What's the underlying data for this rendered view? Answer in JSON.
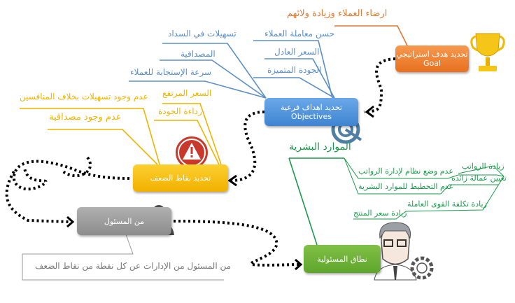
{
  "goal": {
    "title": "تحديد هدف استراتيجي",
    "subtitle": "Goal",
    "color": "#f07a2a",
    "items": [
      "ارضاء العملاء وزيادة ولائهم"
    ]
  },
  "objectives": {
    "title": "تحديد اهداف فرعية",
    "subtitle": "Objectives",
    "color": "#4a8fd8",
    "right_items": [
      "حسن معاملة العملاء",
      "السعر العادل",
      "الجودة المتميزة"
    ],
    "left_items": [
      "تسهيلات في السداد",
      "المصداقية",
      "سرعة الإستجابة للعملاء"
    ]
  },
  "weakness": {
    "title": "تحديد نقاط الضعف",
    "color": "#f5b800",
    "items": [
      "عدم وجود تسهيلات بخلاف المنافسين",
      "عدم وجود مصداقية",
      "السعر المرتفع",
      "رداءة الجودة"
    ]
  },
  "responsible": {
    "title": "من المسئول",
    "color": "#9a9a9a",
    "note": "من المسئول من الإدارات عن كل نقطة من نقاط الضعف"
  },
  "scope": {
    "title": "نطاق المسئولية",
    "color": "#6bb033"
  },
  "hr": {
    "title": "الموارد البشرية",
    "items": [
      "زيادة الرواتب",
      "عدم وضع نظام لإدارة الرواتب",
      "تعيين عمالة زائدة",
      "عدم التخطيط للموارد البشرية",
      "زيادة تكلفة القوى العاملة",
      "زيادة سعر المنتج"
    ]
  }
}
